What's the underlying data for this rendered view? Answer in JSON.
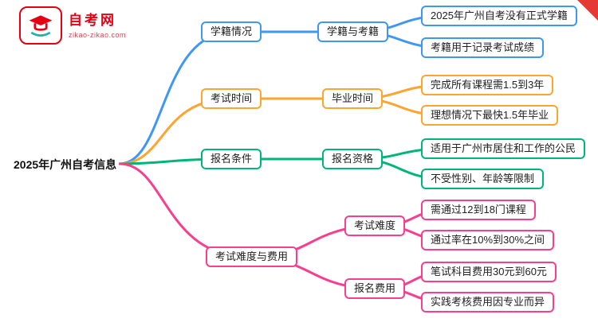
{
  "logo": {
    "name": "自考网",
    "domain": "zikao-zikao.com"
  },
  "root": {
    "label": "2025年广州自考信息"
  },
  "colors": {
    "brand_red": "#e60012",
    "corner_red": "#e53935",
    "branch_blue": "#3e97f5",
    "branch_orange": "#ffa42e",
    "branch_green": "#00b578",
    "branch_pink": "#f83e8e"
  },
  "branches": [
    {
      "label": "学籍情况",
      "color": "#3e97f5",
      "children": [
        {
          "label": "学籍与考籍",
          "leaves": [
            "2025年广州自考没有正式学籍",
            "考籍用于记录考试成绩"
          ]
        }
      ]
    },
    {
      "label": "考试时间",
      "color": "#ffa42e",
      "children": [
        {
          "label": "毕业时间",
          "leaves": [
            "完成所有课程需1.5到3年",
            "理想情况下最快1.5年毕业"
          ]
        }
      ]
    },
    {
      "label": "报名条件",
      "color": "#00b578",
      "children": [
        {
          "label": "报名资格",
          "leaves": [
            "适用于广州市居住和工作的公民",
            "不受性别、年龄等限制"
          ]
        }
      ]
    },
    {
      "label": "考试难度与费用",
      "color": "#f83e8e",
      "children": [
        {
          "label": "考试难度",
          "leaves": [
            "需通过12到18门课程",
            "通过率在10%到30%之间"
          ]
        },
        {
          "label": "报名费用",
          "leaves": [
            "笔试科目费用30元到60元",
            "实践考核费用因专业而异"
          ]
        }
      ]
    }
  ]
}
